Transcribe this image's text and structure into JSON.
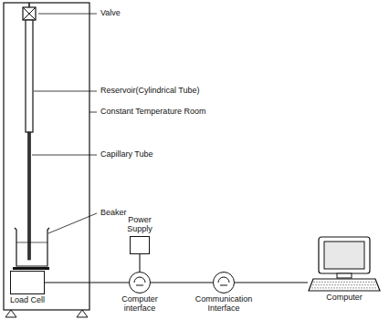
{
  "diagram": {
    "nodes": [
      {
        "text": [
          "Load Cell"
        ]
      },
      {
        "text": [
          "Power Supply"
        ]
      },
      {
        "text": [
          "Computer interface"
        ]
      },
      {
        "text": [
          "Communication Interface"
        ]
      },
      {
        "text": [
          "Computer"
        ]
      }
    ],
    "edges": [
      {
        "from": 0,
        "to": 2,
        "arrow": "none"
      },
      {
        "from": 1,
        "to": 2,
        "arrow": "none"
      },
      {
        "from": 2,
        "to": 3,
        "arrow": "none"
      },
      {
        "from": 3,
        "to": 4,
        "arrow": "none"
      }
    ],
    "labels": [
      "Valve",
      "Reservoir(Cylindrical Tube)",
      "Constant Temperature Room",
      "Capillary Tube",
      "Beaker"
    ]
  }
}
